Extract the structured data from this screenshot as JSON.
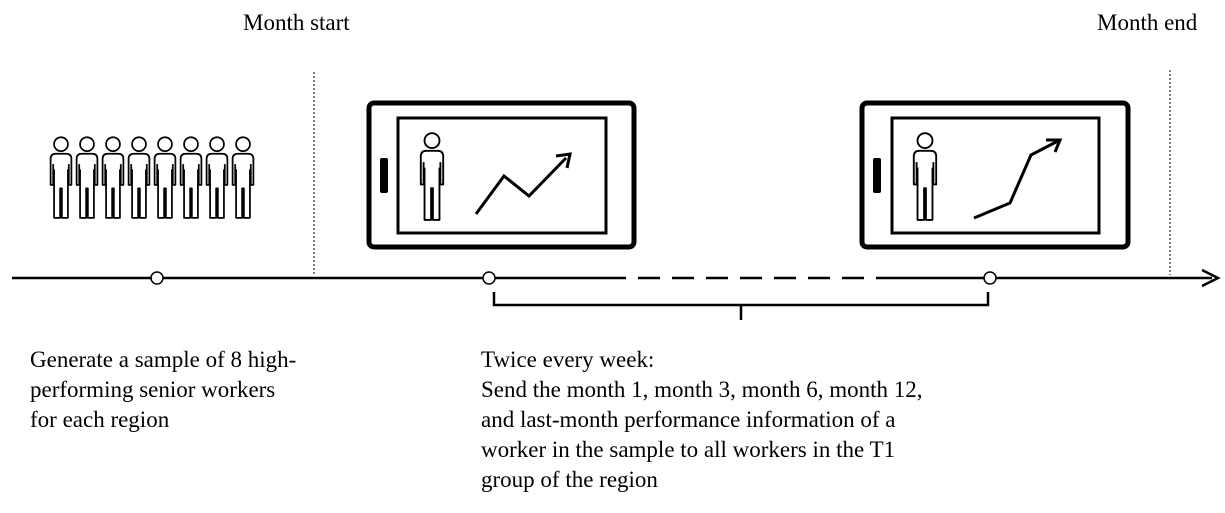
{
  "timeline": {
    "month_start_label": "Month start",
    "month_end_label": "Month end"
  },
  "captions": {
    "left": [
      "Generate a sample of 8 high-",
      "performing senior workers",
      "for each region"
    ],
    "right": [
      "Twice every week:",
      "Send the month 1, month 3, month 6, month 12,",
      "and last-month performance information of a",
      "worker in the sample to all workers in the T1",
      "group of the region"
    ]
  },
  "icons": {
    "sample_group": "group-of-eight-workers-icon",
    "phone_1": "phone-with-worker-and-performance-chart-icon",
    "phone_2": "phone-with-worker-and-performance-chart-icon"
  },
  "colors": {
    "ink": "#000000",
    "background": "#ffffff"
  }
}
